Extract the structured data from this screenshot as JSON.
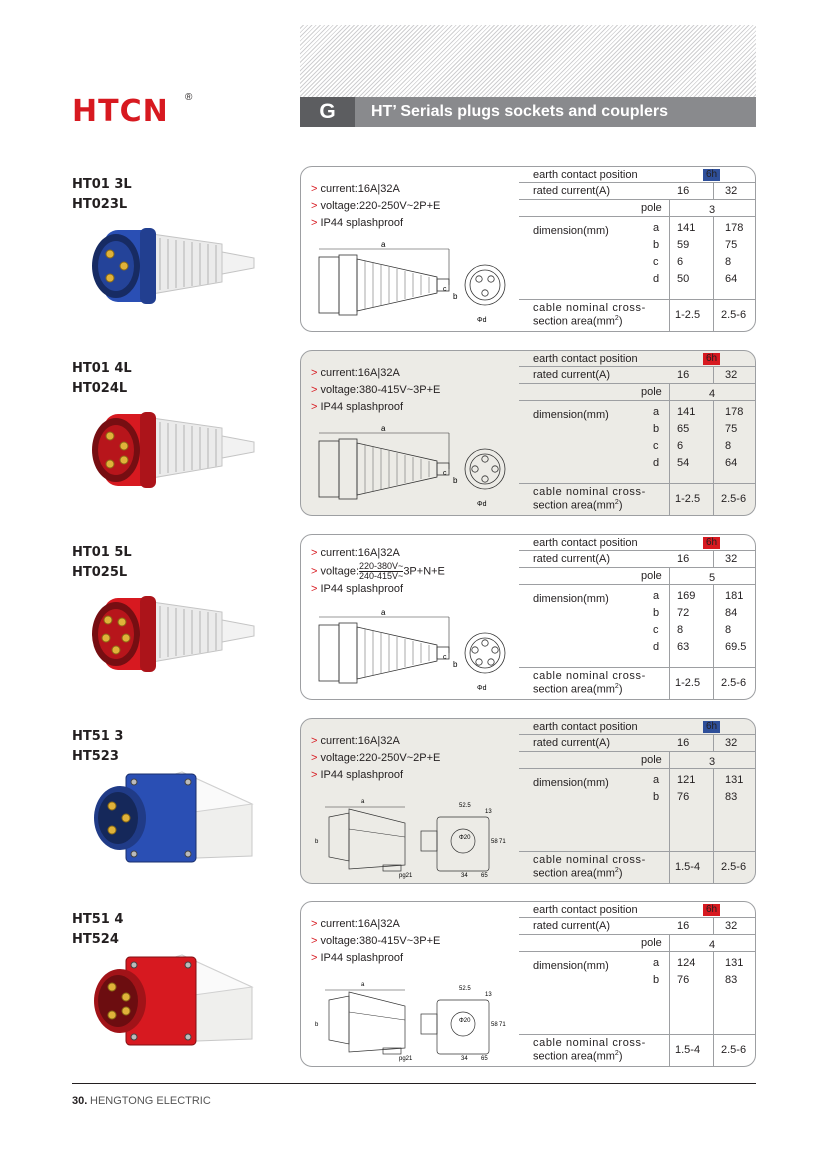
{
  "header": {
    "logo": "HTCN",
    "registered": "®",
    "section_letter": "G",
    "title": "HT’ Serials plugs sockets and couplers"
  },
  "labels": {
    "earth_contact_position": "earth contact position",
    "rated_current": "rated current(A)",
    "pole": "pole",
    "dimension": "dimension(mm)",
    "cable_line1": "cable nominal cross-",
    "cable_line2": "section area(mm",
    "cable_sup": "2",
    "cable_close": ")"
  },
  "products": [
    {
      "model1": "HT01 3L",
      "model2": "HT023L",
      "color": "#2a4fb4",
      "badge": "6h",
      "badge_color": "#2e4f9a",
      "specs": [
        "current:16A|32A",
        "voltage:220-250V~2P+E",
        "IP44  splashproof"
      ],
      "voltage_split": false,
      "currents": [
        "16",
        "32"
      ],
      "pole": "3",
      "dim_letters": [
        "a",
        "b",
        "c",
        "d"
      ],
      "dim_16": [
        "141",
        "59",
        "6",
        "50"
      ],
      "dim_32": [
        "178",
        "75",
        "8",
        "64"
      ],
      "cable": [
        "1-2.5",
        "2.5-6"
      ],
      "kind": "plug",
      "pins": 3
    },
    {
      "model1": "HT01 4L",
      "model2": "HT024L",
      "color": "#d71920",
      "badge": "6h",
      "badge_color": "#d71920",
      "specs": [
        "current:16A|32A",
        "voltage:380-415V~3P+E",
        "IP44  splashproof"
      ],
      "voltage_split": false,
      "currents": [
        "16",
        "32"
      ],
      "pole": "4",
      "dim_letters": [
        "a",
        "b",
        "c",
        "d"
      ],
      "dim_16": [
        "141",
        "65",
        "6",
        "54"
      ],
      "dim_32": [
        "178",
        "75",
        "8",
        "64"
      ],
      "cable": [
        "1-2.5",
        "2.5-6"
      ],
      "kind": "plug",
      "pins": 4
    },
    {
      "model1": "HT01 5L",
      "model2": "HT025L",
      "color": "#d71920",
      "badge": "6h",
      "badge_color": "#d71920",
      "specs": [
        "current:16A|32A",
        "voltage:",
        "IP44  splashproof"
      ],
      "voltage_split": true,
      "voltage_top": "220-380V~",
      "voltage_bottom": "240-415V~",
      "voltage_tail": "3P+N+E",
      "currents": [
        "16",
        "32"
      ],
      "pole": "5",
      "dim_letters": [
        "a",
        "b",
        "c",
        "d"
      ],
      "dim_16": [
        "169",
        "72",
        "8",
        "63"
      ],
      "dim_32": [
        "181",
        "84",
        "8",
        "69.5"
      ],
      "cable": [
        "1-2.5",
        "2.5-6"
      ],
      "kind": "plug",
      "pins": 5
    },
    {
      "model1": "HT51 3",
      "model2": "HT523",
      "color": "#2a4fb4",
      "badge": "6h",
      "badge_color": "#2e4f9a",
      "specs": [
        "current:16A|32A",
        "voltage:220-250V~2P+E",
        "IP44  splashproof"
      ],
      "voltage_split": false,
      "currents": [
        "16",
        "32"
      ],
      "pole": "3",
      "dim_letters": [
        "a",
        "b"
      ],
      "dim_16": [
        "121",
        "76"
      ],
      "dim_32": [
        "131",
        "83"
      ],
      "cable": [
        "1.5-4",
        "2.5-6"
      ],
      "kind": "inlet",
      "pins": 3,
      "drawing_labels": [
        "a",
        "b",
        "52.5",
        "13",
        "Φ20",
        "pg21",
        "58",
        "71",
        "34",
        "65"
      ]
    },
    {
      "model1": "HT51 4",
      "model2": "HT524",
      "color": "#d71920",
      "badge": "6h",
      "badge_color": "#d71920",
      "specs": [
        "current:16A|32A",
        "voltage:380-415V~3P+E",
        "IP44  splashproof"
      ],
      "voltage_split": false,
      "currents": [
        "16",
        "32"
      ],
      "pole": "4",
      "dim_letters": [
        "a",
        "b"
      ],
      "dim_16": [
        "124",
        "76"
      ],
      "dim_32": [
        "131",
        "83"
      ],
      "cable": [
        "1.5-4",
        "2.5-6"
      ],
      "kind": "inlet",
      "pins": 4,
      "drawing_labels": [
        "a",
        "b",
        "52.5",
        "13",
        "Φ20",
        "pg21",
        "58",
        "71",
        "34",
        "65"
      ]
    }
  ],
  "plug_drawing_labels": [
    "a",
    "b",
    "c",
    "Φd"
  ],
  "footer": {
    "page": "30.",
    "company": "HENGTONG ELECTRIC"
  }
}
